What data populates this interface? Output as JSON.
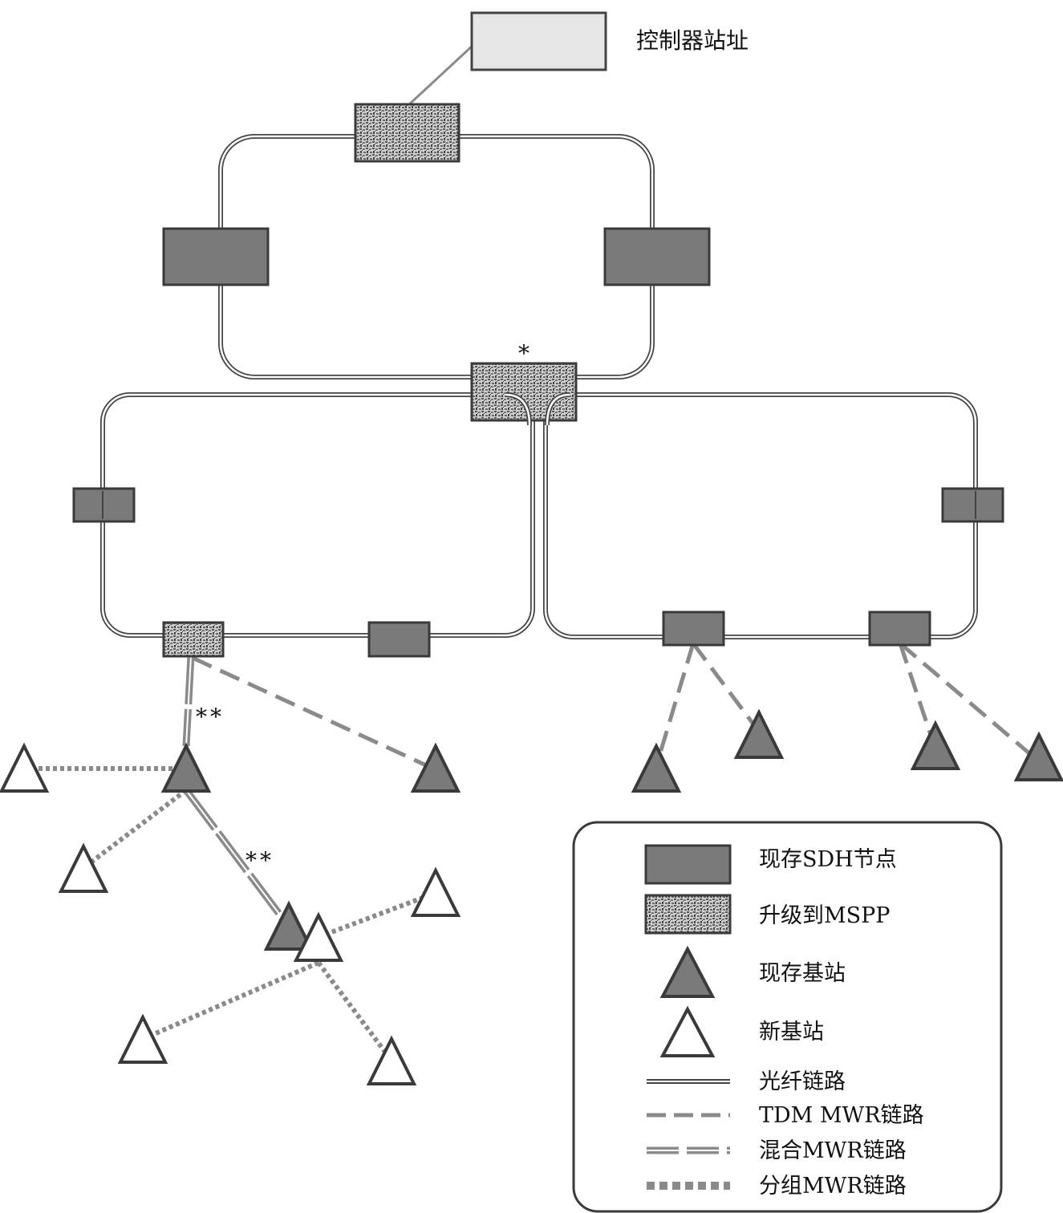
{
  "diagram": {
    "controller_label": "控制器站址",
    "marker_single": "*",
    "marker_double_1": "**",
    "marker_double_2": "**"
  },
  "legend": {
    "items": [
      {
        "label": "现存SDH节点",
        "symbol": "sdh-node"
      },
      {
        "label": "升级到MSPP",
        "symbol": "mspp-node"
      },
      {
        "label": "现存基站",
        "symbol": "existing-base-station"
      },
      {
        "label": "新基站",
        "symbol": "new-base-station"
      },
      {
        "label": "光纤链路",
        "symbol": "fiber-link"
      },
      {
        "label": "TDM MWR链路",
        "symbol": "tdm-mwr-link"
      },
      {
        "label": "混合MWR链路",
        "symbol": "hybrid-mwr-link"
      },
      {
        "label": "分组MWR链路",
        "symbol": "packet-mwr-link"
      }
    ]
  },
  "colors": {
    "node_fill": "#7a7a7a",
    "node_stroke": "#3a3a3a",
    "link_gray": "#8a8a8a",
    "controller_fill": "#e6e6e6"
  }
}
